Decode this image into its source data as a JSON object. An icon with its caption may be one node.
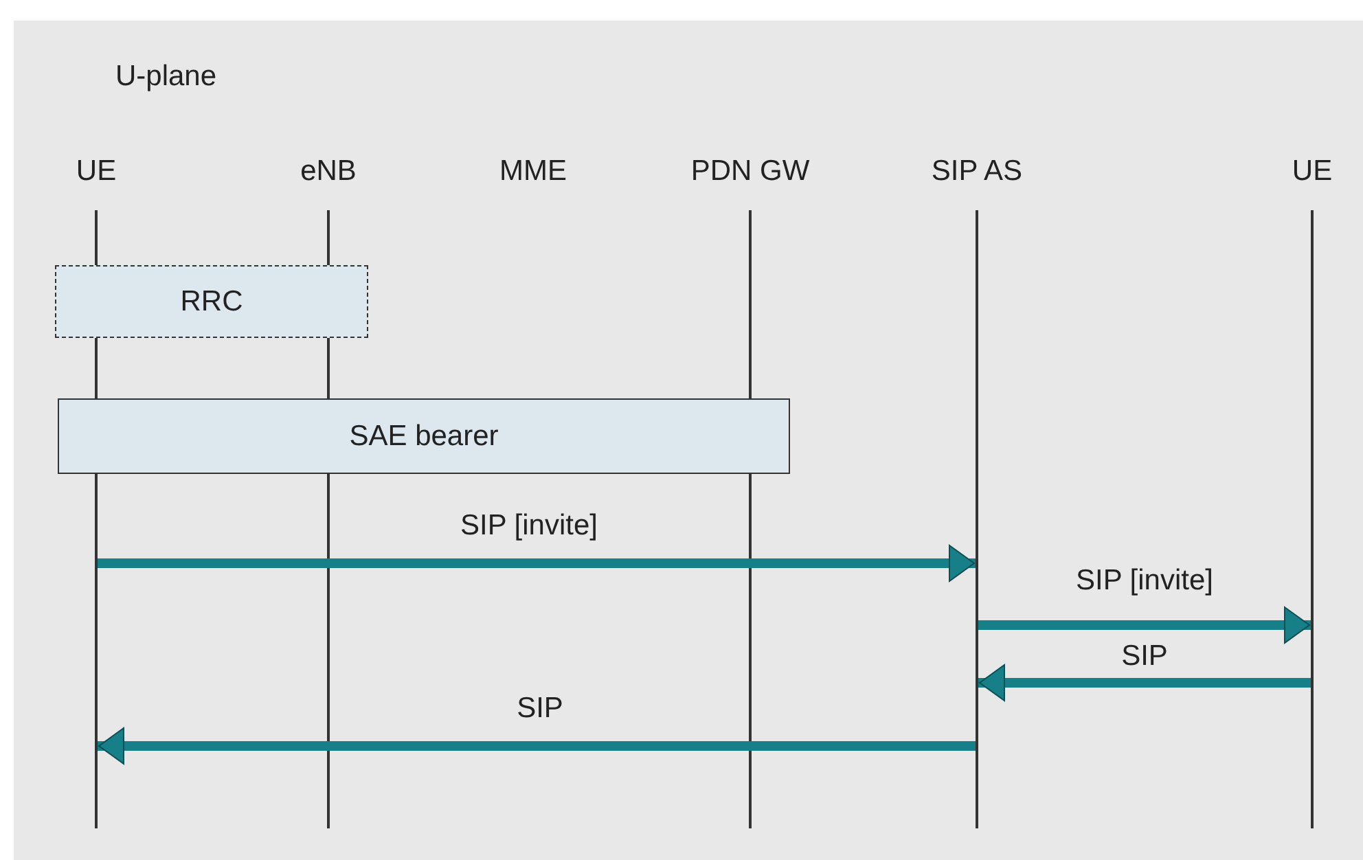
{
  "diagram": {
    "title": "U-plane",
    "nodes": [
      {
        "text": [
          "UE"
        ]
      },
      {
        "text": [
          "eNB"
        ]
      },
      {
        "text": [
          "MME"
        ]
      },
      {
        "text": [
          "PDN GW"
        ]
      },
      {
        "text": [
          "SIP AS"
        ]
      },
      {
        "text": [
          "UE"
        ]
      },
      {
        "text": [],
        "shape": "bar"
      },
      {
        "text": [],
        "shape": "bar"
      },
      {
        "text": [],
        "shape": "bar"
      },
      {
        "text": [],
        "shape": "bar"
      },
      {
        "text": [],
        "shape": "bar"
      },
      {
        "text": [
          "RRC"
        ]
      },
      {
        "text": [
          "SAE bearer"
        ]
      }
    ],
    "edges": [
      {
        "from": 6,
        "to": 9,
        "arrow": "to",
        "label": "SIP [invite]"
      },
      {
        "from": 9,
        "to": 10,
        "arrow": "to",
        "label": "SIP [invite]"
      },
      {
        "from": 10,
        "to": 9,
        "arrow": "to",
        "label": "SIP"
      },
      {
        "from": 9,
        "to": 6,
        "arrow": "to",
        "label": "SIP"
      }
    ]
  }
}
